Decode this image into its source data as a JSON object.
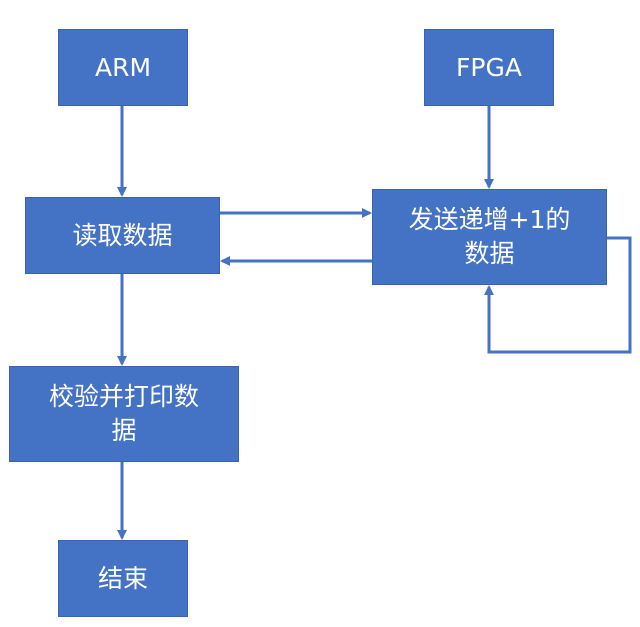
{
  "nodes": {
    "arm": "ARM",
    "fpga": "FPGA",
    "read": "读取数据",
    "send_line1": "发送递增+1的",
    "send_line2": "数据",
    "verify_line1": "校验并打印数",
    "verify_line2": "据",
    "end": "结束"
  },
  "colors": {
    "box_fill": "#4472c4",
    "arrow": "#4472c4",
    "text": "#ffffff"
  }
}
